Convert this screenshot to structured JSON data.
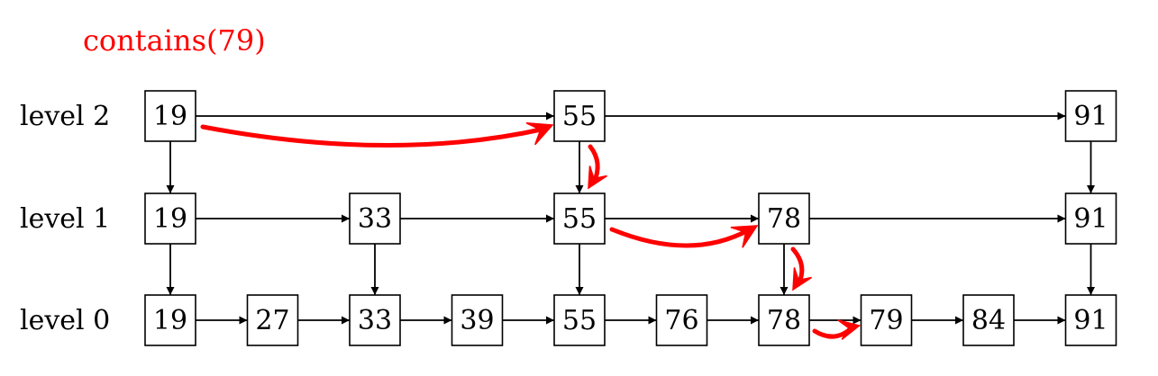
{
  "title": "contains(79)",
  "colors": {
    "search_path": "#ff0000",
    "lines": "#000000",
    "node_fill": "#ffffff"
  },
  "levels": [
    {
      "label": "level 2",
      "nodes": [
        "19",
        "55",
        "91"
      ]
    },
    {
      "label": "level 1",
      "nodes": [
        "19",
        "33",
        "55",
        "78",
        "91"
      ]
    },
    {
      "label": "level 0",
      "nodes": [
        "19",
        "27",
        "33",
        "39",
        "55",
        "76",
        "78",
        "79",
        "84",
        "91"
      ]
    }
  ]
}
